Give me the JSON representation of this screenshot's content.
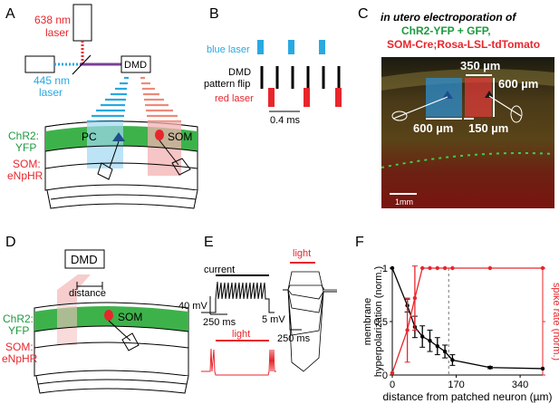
{
  "panels": {
    "A": "A",
    "B": "B",
    "C": "C",
    "D": "D",
    "E": "E",
    "F": "F"
  },
  "colors": {
    "red": "#e8262c",
    "blue": "#29a9e1",
    "green": "#1c9a3e",
    "greenFill": "#3db24a",
    "pink": "#f3b1b1",
    "black": "#000000"
  },
  "panelA": {
    "laser_red": [
      "638 nm",
      "laser"
    ],
    "laser_blue": [
      "445 nm",
      "laser"
    ],
    "dmd": "DMD",
    "chr2": [
      "ChR2:",
      "YFP"
    ],
    "som_npr": [
      "SOM:",
      "eNpHR"
    ],
    "pc": "PC",
    "som": "SOM"
  },
  "panelB": {
    "blue": "blue laser",
    "dmd": [
      "DMD",
      "pattern flip"
    ],
    "red": "red laser",
    "scale": "0.4 ms"
  },
  "panelC": {
    "title1": "in utero electroporation of",
    "title2": "ChR2-YFP + GFP,",
    "title3": "SOM-Cre;Rosa-LSL-tdTomato",
    "w350": "350 µm",
    "h600": "600 µm",
    "w600": "600 µm",
    "w150": "150 µm",
    "scale": "1mm"
  },
  "panelD": {
    "dmd": "DMD",
    "distance": "distance",
    "chr2": [
      "ChR2:",
      "YFP"
    ],
    "som_npr": [
      "SOM:",
      "eNpHR"
    ],
    "som": "SOM"
  },
  "panelE": {
    "current": "current",
    "s40": "40 mV",
    "s250a": "250 ms",
    "light1": "light",
    "light2": "light",
    "s5": "5 mV",
    "s250b": "250 ms"
  },
  "chart_data": {
    "type": "line",
    "xlabel": "distance from patched neuron (µm)",
    "ylabel_left": [
      "membrane",
      "hyperpolarization (norm.)"
    ],
    "ylabel_right": "spike rate (norm.)",
    "xticks": [
      "0",
      "170",
      "340"
    ],
    "yticks": [
      "0",
      "0.5",
      "1"
    ],
    "xlim": [
      0,
      400
    ],
    "ylim": [
      0,
      1
    ],
    "series": [
      {
        "color": "#000000",
        "x": [
          0,
          40,
          60,
          80,
          100,
          120,
          140,
          160,
          260,
          400
        ],
        "y": [
          1,
          0.65,
          0.45,
          0.36,
          0.32,
          0.27,
          0.22,
          0.14,
          0.07,
          0.06
        ],
        "err": [
          0,
          0.06,
          0.1,
          0.1,
          0.1,
          0.08,
          0.06,
          0.05,
          0.01,
          0.0
        ]
      },
      {
        "color": "#e8262c",
        "x": [
          0,
          40,
          60,
          80,
          100,
          120,
          140,
          160,
          260,
          400
        ],
        "y": [
          0.02,
          0.42,
          0.72,
          1,
          1,
          1,
          1,
          1,
          1,
          1
        ],
        "err": [
          0,
          0.3,
          0.3,
          0,
          0,
          0,
          0,
          0,
          0,
          0
        ]
      }
    ],
    "vline": 150
  }
}
